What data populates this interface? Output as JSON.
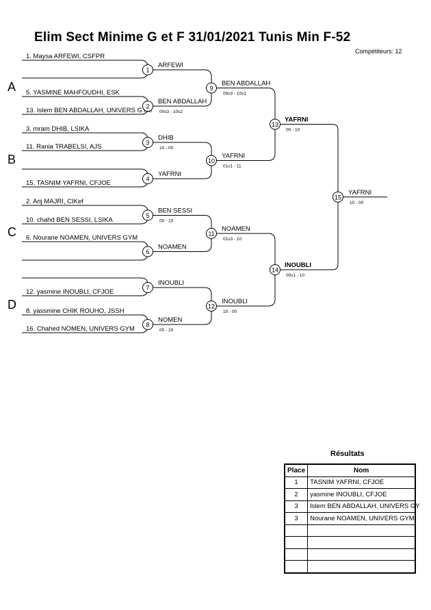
{
  "title": "Elim Sect Minime G et F  31/01/2021  Tunis   Min F-52",
  "competitors_label": "Compétiteurs: 12",
  "pools": [
    "A",
    "B",
    "C",
    "D"
  ],
  "entries": [
    "1. Maysa ARFEWI, CSFPR",
    "",
    "5. YASMINE MAHFOUDHI, ESK",
    "13. Islem BEN ABDALLAH, UNIVERS GYM",
    "3. mram DHIB, LSIKA",
    "11. Rania TRABELSI, AJS",
    "",
    "15. TASNIM YAFRNI, CFJOE",
    "2. Arij MAJRI, CIKef",
    "10. chahd BEN SESSI, LSIKA",
    "6. Nourane NOAMEN, UNIVERS GYM",
    "",
    "",
    "12. yasmine INOUBLI, CFJOE",
    "8. yassmine CHIK ROUHO, JSSH",
    "16. Chahed NOMEN, UNIVERS GYM"
  ],
  "matches": [
    {
      "num": "1",
      "winner": "ARFEWI",
      "score": ""
    },
    {
      "num": "2",
      "winner": "BEN ABDALLAH",
      "score": "00s3 - 10s2"
    },
    {
      "num": "3",
      "winner": "DHIB",
      "score": "10 - 00"
    },
    {
      "num": "4",
      "winner": "YAFRNI",
      "score": ""
    },
    {
      "num": "5",
      "winner": "BEN SESSI",
      "score": "00 - 10"
    },
    {
      "num": "6",
      "winner": "NOAMEN",
      "score": ""
    },
    {
      "num": "7",
      "winner": "INOUBLI",
      "score": ""
    },
    {
      "num": "8",
      "winner": "NOMEN",
      "score": "00 - 10"
    },
    {
      "num": "9",
      "winner": "BEN ABDALLAH",
      "score": "00s3 - 10s1"
    },
    {
      "num": "10",
      "winner": "YAFRNI",
      "score": "01s1 - 11"
    },
    {
      "num": "11",
      "winner": "NOAMEN",
      "score": "01s3 - 10"
    },
    {
      "num": "12",
      "winner": "INOUBLI",
      "score": "10 - 00"
    },
    {
      "num": "13",
      "winner": "YAFRNI",
      "score": "00 - 10"
    },
    {
      "num": "14",
      "winner": "INOUBLI",
      "score": "00s1 - 10"
    },
    {
      "num": "15",
      "winner": "YAFRNI",
      "score": "10 - 00"
    }
  ],
  "results": {
    "title": "Résultats",
    "headers": [
      "Place",
      "Nom"
    ],
    "rows": [
      {
        "place": "1",
        "name": "TASNIM YAFRNI, CFJOE"
      },
      {
        "place": "2",
        "name": "yasmine INOUBLI, CFJOE"
      },
      {
        "place": "3",
        "name": "Islem BEN ABDALLAH, UNIVERS GY"
      },
      {
        "place": "3",
        "name": "Nourane NOAMEN, UNIVERS GYM"
      },
      {
        "place": "",
        "name": ""
      },
      {
        "place": "",
        "name": ""
      },
      {
        "place": "",
        "name": ""
      },
      {
        "place": "",
        "name": ""
      }
    ]
  }
}
